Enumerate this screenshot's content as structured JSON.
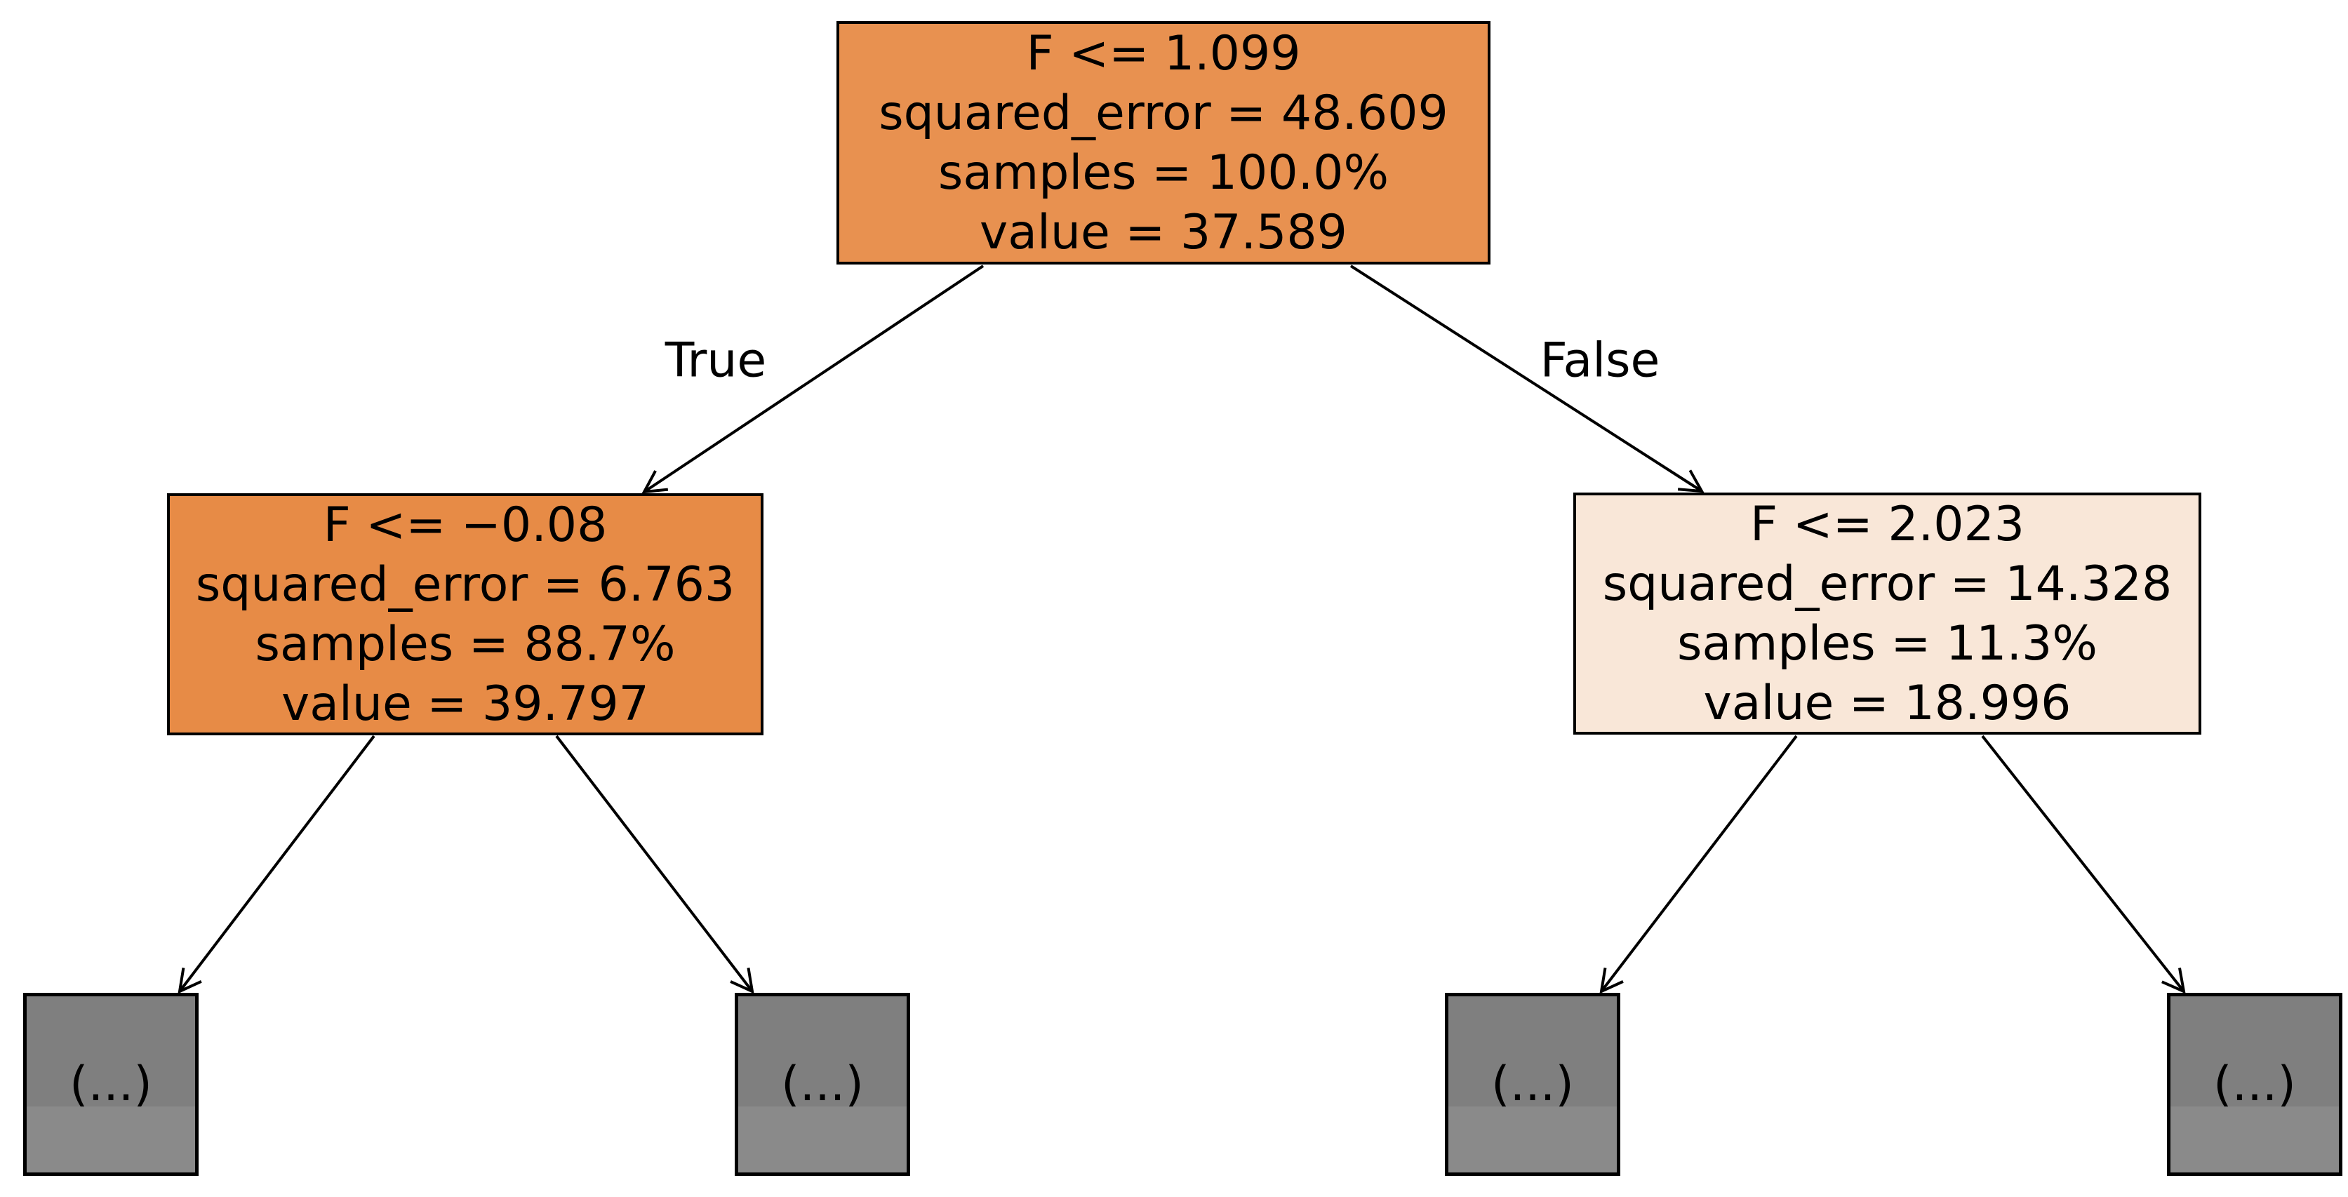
{
  "colors": {
    "background": "#ffffff",
    "node_border": "#000000",
    "arrow": "#000000",
    "text": "#000000",
    "root_fill": "#e89150",
    "left_fill": "#e78b46",
    "right_fill": "#f9e7d8",
    "leaf_fill_top": "#7f7f7f",
    "leaf_fill_bottom": "#8a8a8a",
    "leaf_fill": "linear-gradient(#7f7f7f 0 62.5%, #8a8a8a 62.5% 100%)"
  },
  "edges": {
    "true_label": "True",
    "false_label": "False"
  },
  "nodes": {
    "root": {
      "lines": [
        "F <= 1.099",
        "squared_error = 48.609",
        "samples = 100.0%",
        "value = 37.589"
      ]
    },
    "left": {
      "lines": [
        "F <= −0.08",
        "squared_error = 6.763",
        "samples = 88.7%",
        "value = 39.797"
      ]
    },
    "right": {
      "lines": [
        "F <= 2.023",
        "squared_error = 14.328",
        "samples = 11.3%",
        "value = 18.996"
      ]
    },
    "leaves": [
      {
        "label": "(...)"
      },
      {
        "label": "(...)"
      },
      {
        "label": "(...)"
      },
      {
        "label": "(...)"
      }
    ]
  },
  "tree": {
    "condition": "F <= 1.099",
    "squared_error": 48.609,
    "samples_pct": 100.0,
    "value": 37.589,
    "true_branch": {
      "condition": "F <= −0.08",
      "squared_error": 6.763,
      "samples_pct": 88.7,
      "value": 39.797,
      "true_branch": "(...)",
      "false_branch": "(...)"
    },
    "false_branch": {
      "condition": "F <= 2.023",
      "squared_error": 14.328,
      "samples_pct": 11.3,
      "value": 18.996,
      "true_branch": "(...)",
      "false_branch": "(...)"
    }
  }
}
